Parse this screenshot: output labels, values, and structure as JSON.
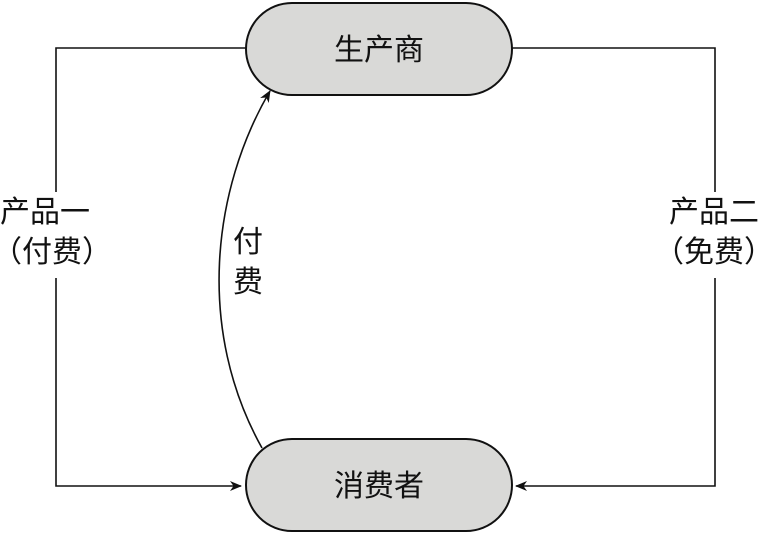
{
  "nodes": {
    "producer": {
      "label": "生产商"
    },
    "consumer": {
      "label": "消费者"
    }
  },
  "edges": {
    "product_one": {
      "line1": "产品一",
      "line2": "（付费）"
    },
    "product_two": {
      "line1": "产品二",
      "line2": "（免费）"
    },
    "payment": {
      "char1": "付",
      "char2": "费"
    }
  },
  "colors": {
    "node_fill": "#d9d9d7",
    "stroke": "#111111",
    "background": "#ffffff"
  }
}
